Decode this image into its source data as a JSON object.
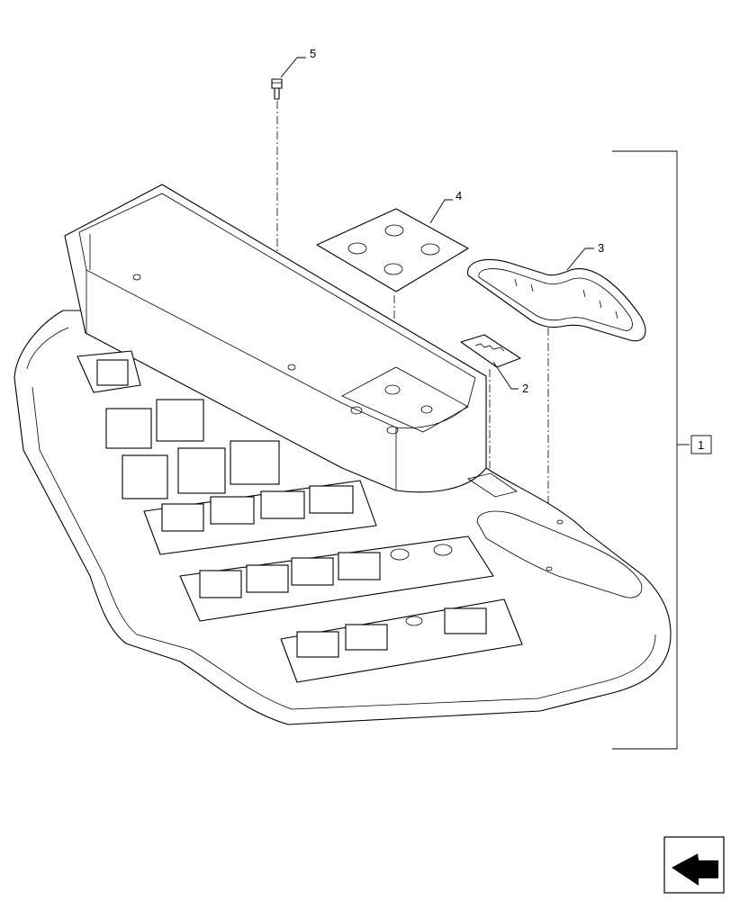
{
  "callouts": {
    "item_1": "1",
    "item_2": "2",
    "item_3": "3",
    "item_4": "4",
    "item_5": "5"
  },
  "icons": {
    "nav": "next-page-arrow-icon"
  }
}
